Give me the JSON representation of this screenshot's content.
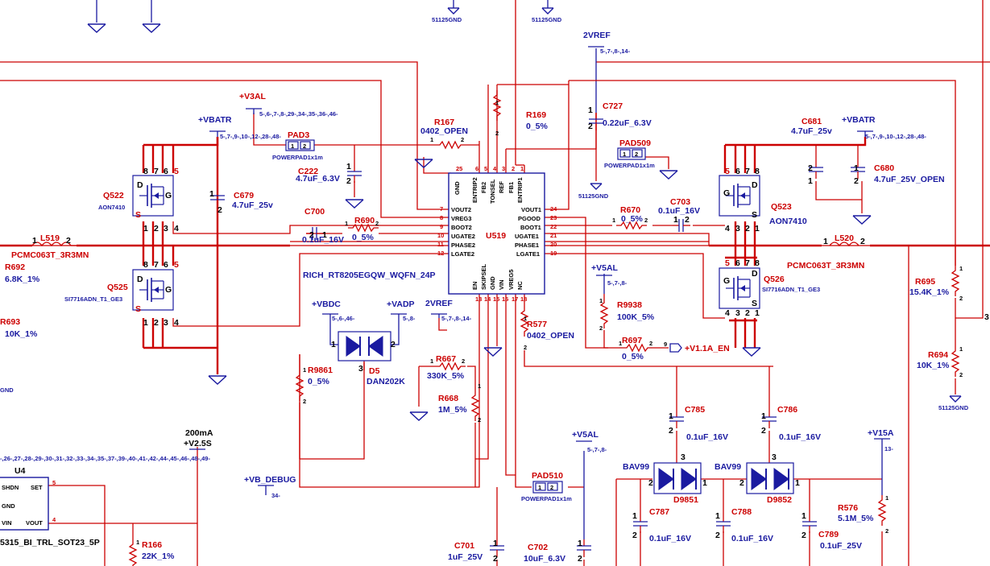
{
  "ic": {
    "ref": "U519",
    "part": "RICH_RT8205EGQW_WQFN_24P",
    "left_pins": [
      {
        "num": "7",
        "name": "VOUT2"
      },
      {
        "num": "8",
        "name": "VREG3"
      },
      {
        "num": "9",
        "name": "BOOT2"
      },
      {
        "num": "10",
        "name": "UGATE2"
      },
      {
        "num": "11",
        "name": "PHASE2"
      },
      {
        "num": "12",
        "name": "LGATE2"
      }
    ],
    "right_pins": [
      {
        "num": "24",
        "name": "VOUT1"
      },
      {
        "num": "23",
        "name": "PGOOD"
      },
      {
        "num": "22",
        "name": "BOOT1"
      },
      {
        "num": "21",
        "name": "UGATE1"
      },
      {
        "num": "20",
        "name": "PHASE1"
      },
      {
        "num": "19",
        "name": "LGATE1"
      }
    ],
    "top_pins": [
      {
        "num": "25",
        "name": "GND"
      },
      {
        "num": "6",
        "name": "ENTRIP2"
      },
      {
        "num": "5",
        "name": "FB2"
      },
      {
        "num": "4",
        "name": "TONSEL"
      },
      {
        "num": "3",
        "name": "REF"
      },
      {
        "num": "2",
        "name": "FB1"
      },
      {
        "num": "1",
        "name": "ENTRIP1"
      }
    ],
    "bottom_pins": [
      {
        "num": "13",
        "name": "EN"
      },
      {
        "num": "14",
        "name": "SKIPSEL"
      },
      {
        "num": "15",
        "name": "GND"
      },
      {
        "num": "16",
        "name": "VIN"
      },
      {
        "num": "17",
        "name": "VREG5"
      },
      {
        "num": "18",
        "name": "NC"
      }
    ]
  },
  "nets": {
    "v3al": "+V3AL",
    "v3al_refs": "5-,6-,7-,8-,29-,34-,35-,36-,46-",
    "vbatr_l": "+VBATR",
    "vbatr_l_refs": "5-,7-,9-,10-,12-,28-,48-",
    "vbatr_r": "+VBATR",
    "vbatr_r_refs": "5-,7-,9-,10-,12-,28-,48-",
    "vref_top": "2VREF",
    "vref_top_refs": "5-,7-,8-,14-",
    "vref_bot": "2VREF",
    "vref_bot_refs": "5-,7-,8-,14-",
    "vbdc": "+VBDC",
    "vbdc_refs": "5-,6-,46-",
    "vadp": "+VADP",
    "vadp_refs": "5-,8-",
    "v5al_a": "+V5AL",
    "v5al_a_refs": "5-,7-,8-",
    "v5al_b": "+V5AL",
    "v5al_b_refs": "5-,7-,8-",
    "v15a": "+V15A",
    "v15a_refs": "13-",
    "v25s": "+V2.5S",
    "v25s_current": "200mA",
    "v25s_refs": "-,26-,27-,28-,29-,30-,31-,32-,33-,34-,35-,37-,39-,40-,41-,42-,44-,45-,46-,48-,49-",
    "vb_debug": "+VB_DEBUG",
    "vb_debug_refs": "34-",
    "v11a_en": "+V1.1A_EN",
    "v11a_en_pin": "9",
    "gnd_label": "51125GND",
    "gnd_cut": "GND",
    "r693_cut": "R693"
  },
  "components": {
    "r167": {
      "ref": "R167",
      "value": "0402_OPEN"
    },
    "r169": {
      "ref": "R169",
      "value": "0_5%"
    },
    "c727": {
      "ref": "C727",
      "value": "0.22uF_6.3V"
    },
    "pad3": {
      "ref": "PAD3",
      "value": "POWERPAD1x1m"
    },
    "pad509": {
      "ref": "PAD509",
      "value": "POWERPAD1x1m"
    },
    "pad510": {
      "ref": "PAD510",
      "value": "POWERPAD1x1m"
    },
    "c222": {
      "ref": "C222",
      "value": "4.7uF_6.3V"
    },
    "c679": {
      "ref": "C679",
      "value": "4.7uF_25v"
    },
    "c681": {
      "ref": "C681",
      "value": "4.7uF_25v"
    },
    "c680": {
      "ref": "C680",
      "value": "4.7uF_25V_OPEN"
    },
    "q522": {
      "ref": "Q522",
      "value": "AON7410"
    },
    "q523": {
      "ref": "Q523",
      "value": "AON7410"
    },
    "q525": {
      "ref": "Q525",
      "value": "SI7716ADN_T1_GE3"
    },
    "q526": {
      "ref": "Q526",
      "value": "SI7716ADN_T1_GE3"
    },
    "c700": {
      "ref": "C700",
      "value": "0.1uF_16V"
    },
    "r690": {
      "ref": "R690",
      "value": "0_5%"
    },
    "r670": {
      "ref": "R670",
      "value": "0_5%"
    },
    "c703": {
      "ref": "C703",
      "value": "0.1uF_16V"
    },
    "l519": {
      "ref": "L519",
      "value": "PCMC063T_3R3MN"
    },
    "l520": {
      "ref": "L520",
      "value": "PCMC063T_3R3MN"
    },
    "r692": {
      "ref": "R692",
      "value": "6.8K_1%"
    },
    "r693": {
      "ref": "R693",
      "value": "10K_1%"
    },
    "r695": {
      "ref": "R695",
      "value": "15.4K_1%"
    },
    "r694": {
      "ref": "R694",
      "value": "10K_1%"
    },
    "r9938": {
      "ref": "R9938",
      "value": "100K_5%"
    },
    "r697": {
      "ref": "R697",
      "value": "0_5%"
    },
    "r577": {
      "ref": "R577",
      "value": "0402_OPEN"
    },
    "r9861": {
      "ref": "R9861",
      "value": "0_5%"
    },
    "d5": {
      "ref": "D5",
      "value": "DAN202K"
    },
    "r667": {
      "ref": "R667",
      "value": "330K_5%"
    },
    "r668": {
      "ref": "R668",
      "value": "1M_5%"
    },
    "c785": {
      "ref": "C785",
      "value": "0.1uF_16V"
    },
    "c786": {
      "ref": "C786",
      "value": "0.1uF_16V"
    },
    "c787": {
      "ref": "C787",
      "value": "0.1uF_16V"
    },
    "c788": {
      "ref": "C788",
      "value": "0.1uF_16V"
    },
    "c789": {
      "ref": "C789",
      "value": "0.1uF_25V"
    },
    "d9851": {
      "ref": "D9851",
      "value": "BAV99"
    },
    "d9852": {
      "ref": "D9852",
      "value": "BAV99"
    },
    "r576": {
      "ref": "R576",
      "value": "5.1M_5%"
    },
    "c701": {
      "ref": "C701",
      "value": "1uF_25V"
    },
    "c702": {
      "ref": "C702",
      "value": "10uF_6.3V"
    },
    "r166": {
      "ref": "R166",
      "value": "22K_1%"
    },
    "u4": {
      "ref": "U4",
      "value": "5315_BI_TRL_SOT23_5P",
      "pins": [
        {
          "name": "SHDN",
          "num": ""
        },
        {
          "name": "GND",
          "num": ""
        },
        {
          "name": "VIN",
          "num": ""
        },
        {
          "name": "SET",
          "num": "5"
        },
        {
          "name": "VOUT",
          "num": "4"
        }
      ]
    }
  },
  "mosfet_pins": {
    "d": "D",
    "g": "G",
    "s": "S"
  },
  "pin_numbers": {
    "p1": "1",
    "p2": "2",
    "p3": "3",
    "p4": "4",
    "p5": "5",
    "p6": "6",
    "p7": "7",
    "p8": "8"
  },
  "offpage": {
    "right_3": "3"
  }
}
